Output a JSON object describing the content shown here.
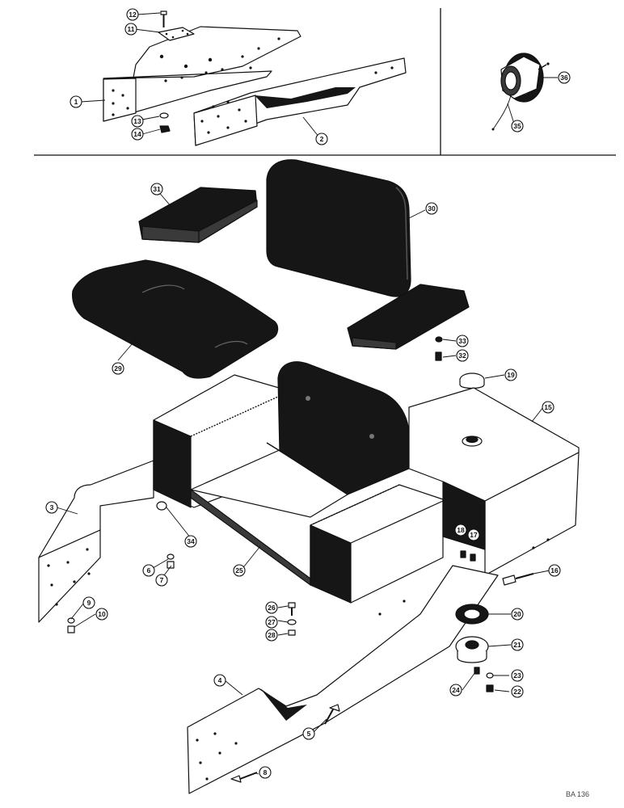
{
  "callouts": {
    "c1": "1",
    "c2": "2",
    "c3": "3",
    "c4": "4",
    "c5": "5",
    "c6": "6",
    "c7": "7",
    "c8": "8",
    "c9": "9",
    "c10": "10",
    "c11": "11",
    "c12": "12",
    "c13": "13",
    "c14": "14",
    "c15": "15",
    "c16": "16",
    "c17": "17",
    "c18": "18",
    "c19": "19",
    "c20": "20",
    "c21": "21",
    "c22": "22",
    "c23": "23",
    "c24": "24",
    "c25": "25",
    "c26": "26",
    "c27": "27",
    "c28": "28",
    "c29": "29",
    "c30": "30",
    "c31": "31",
    "c32": "32",
    "c33": "33",
    "c34": "34",
    "c35": "35",
    "c36": "36"
  },
  "reference_code": "BA 136"
}
